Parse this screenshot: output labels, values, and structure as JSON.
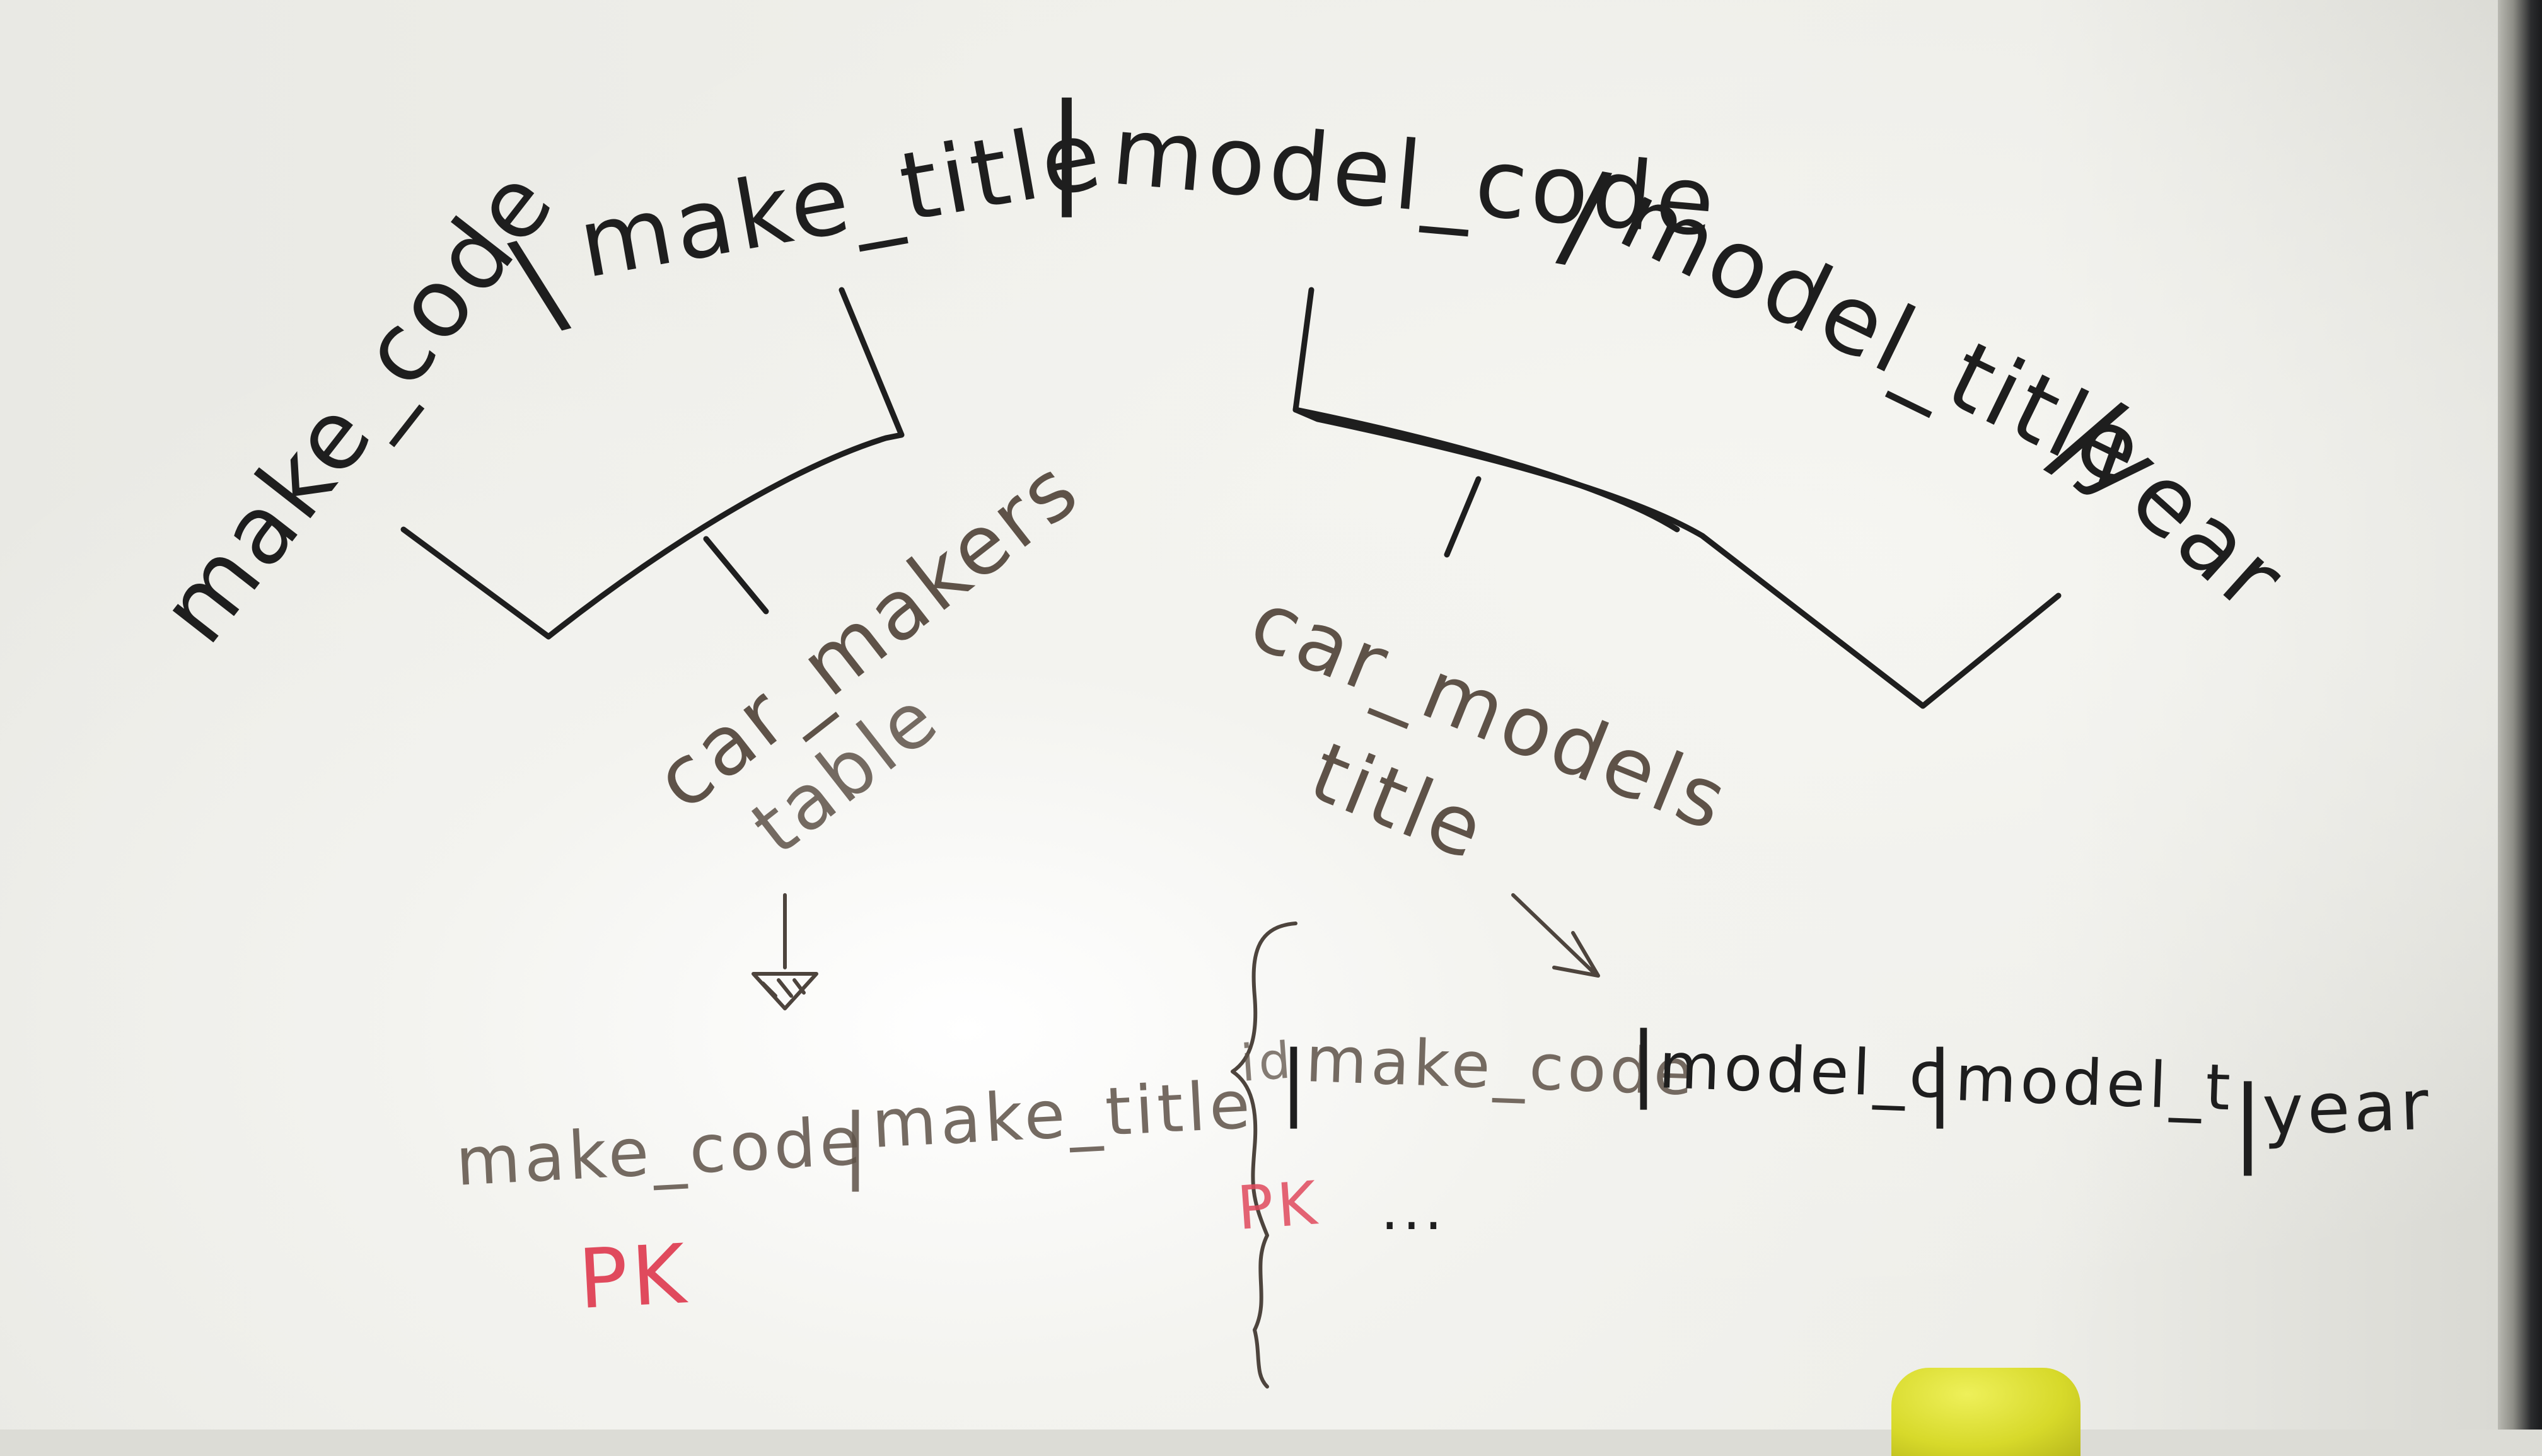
{
  "whiteboard": {
    "top_row": {
      "make_code": "make_code",
      "sep1": "\\",
      "make_title": "make_title",
      "sep2": "|",
      "model_code": "model_code",
      "sep3": "/",
      "model_title": "model_title",
      "sep4": "/",
      "year": "year"
    },
    "left_table": {
      "name": "car_makers",
      "suffix": "table"
    },
    "right_table": {
      "name": "car_models",
      "suffix": "title"
    },
    "bottom_left_row": {
      "make_code": "make_code",
      "sep": "|",
      "make_title": "make_title",
      "pk": "PK"
    },
    "bottom_right_row": {
      "id": "id",
      "sep0": "|",
      "make_code": "make_code",
      "sep1": "|",
      "model_c": "model_c",
      "sep2": "|",
      "model_t": "model_t",
      "sep3": "|",
      "year": "year",
      "pk": "PK",
      "ellipsis": "..."
    },
    "colors": {
      "black_marker": "#1e1e1e",
      "brown_marker": "#5e5248",
      "red_marker": "#e04a5d"
    }
  }
}
